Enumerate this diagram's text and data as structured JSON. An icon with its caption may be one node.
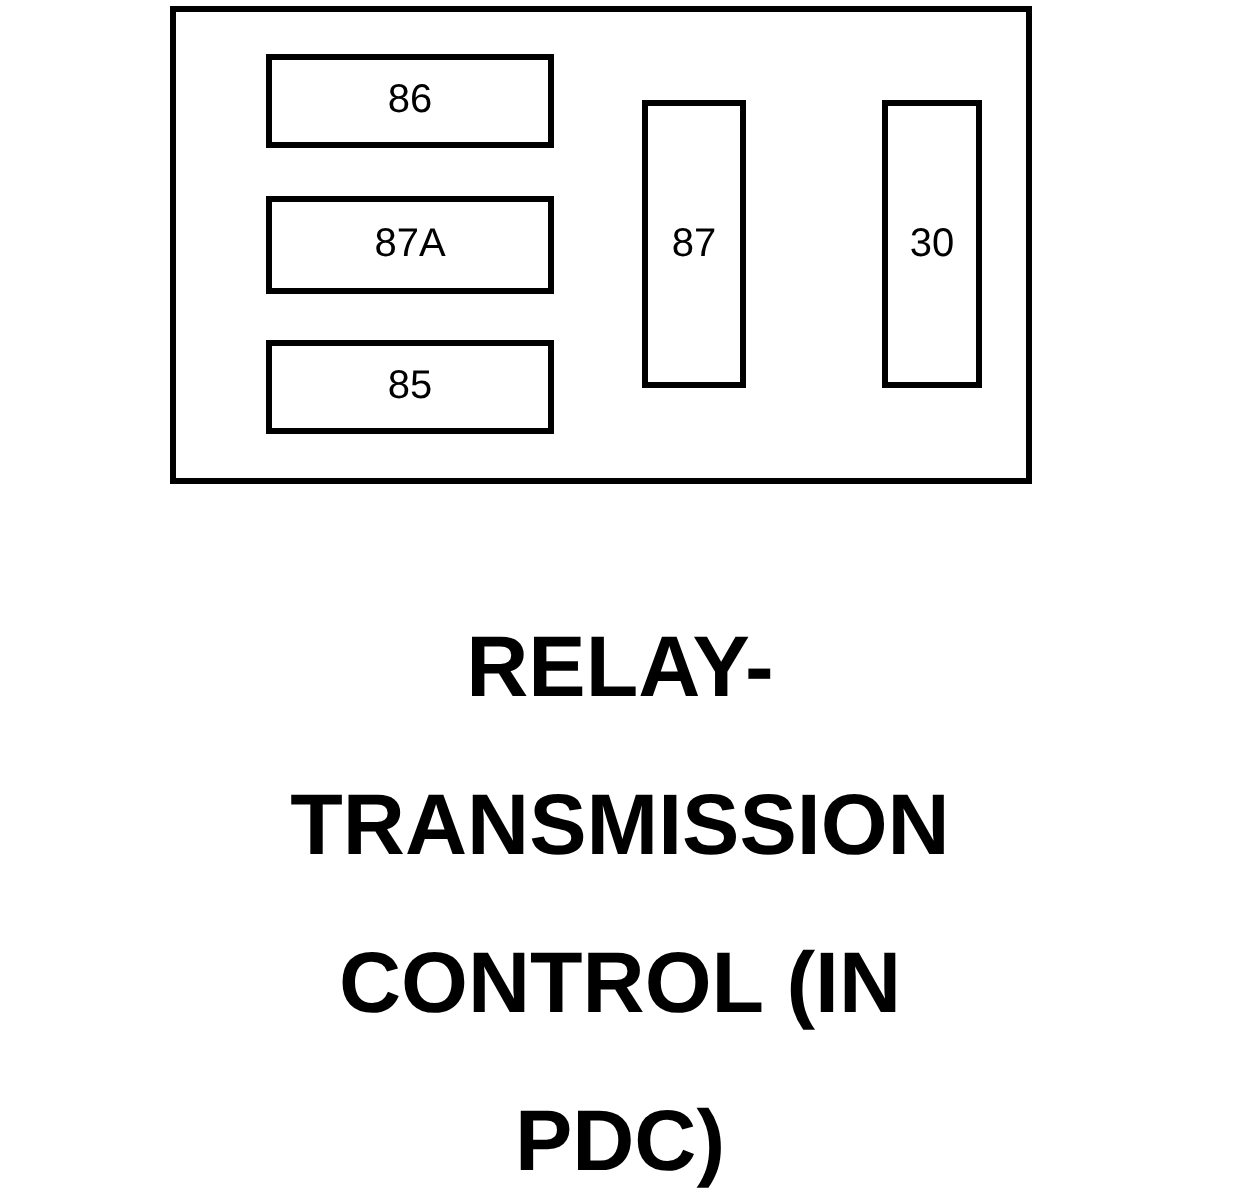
{
  "diagram": {
    "caption": "RELAY- TRANSMISSION CONTROL (IN PDC)",
    "nodes": [
      {
        "text": [],
        "shape": "box"
      },
      {
        "text": [
          "86"
        ],
        "in": 0
      },
      {
        "text": [
          "87A"
        ],
        "in": 0
      },
      {
        "text": [
          "85"
        ],
        "in": 0
      },
      {
        "text": [
          "87"
        ],
        "in": 0
      },
      {
        "text": [
          "30"
        ],
        "in": 0
      }
    ],
    "edges": []
  }
}
